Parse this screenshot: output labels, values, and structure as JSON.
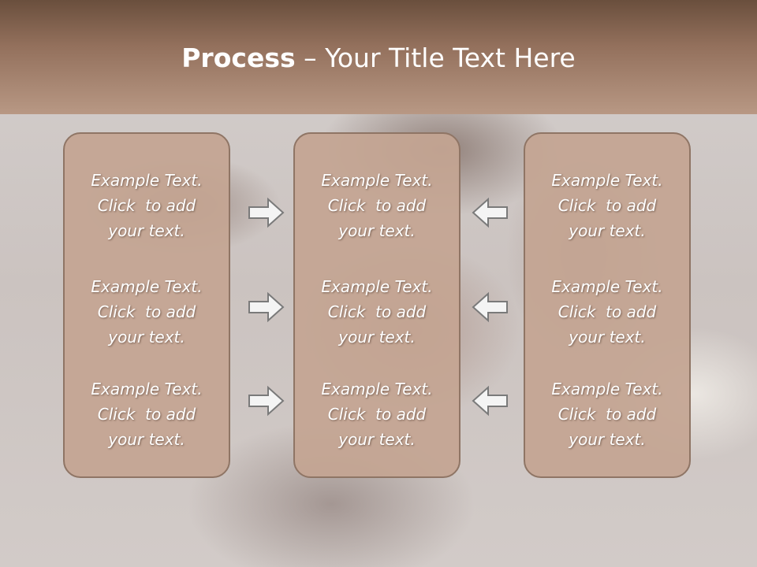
{
  "title": {
    "bold": "Process",
    "rest": " – Your Title Text Here"
  },
  "colors": {
    "header_top": "#6a4f3d",
    "header_bottom": "#b89884",
    "panel_fill": "#c4a592",
    "panel_border": "#8f7565",
    "arrow_fill": "#f4f4f4",
    "arrow_stroke": "#7a7a7a"
  },
  "panels": [
    {
      "blocks": [
        {
          "line1": "Example Text.",
          "line2": "Click  to add",
          "line3": "your text."
        },
        {
          "line1": "Example Text.",
          "line2": "Click  to add",
          "line3": "your text."
        },
        {
          "line1": "Example Text.",
          "line2": "Click  to add",
          "line3": "your text."
        }
      ]
    },
    {
      "blocks": [
        {
          "line1": "Example Text.",
          "line2": "Click  to add",
          "line3": "your text."
        },
        {
          "line1": "Example Text.",
          "line2": "Click  to add",
          "line3": "your text."
        },
        {
          "line1": "Example Text.",
          "line2": "Click  to add",
          "line3": "your text."
        }
      ]
    },
    {
      "blocks": [
        {
          "line1": "Example Text.",
          "line2": "Click  to add",
          "line3": "your text."
        },
        {
          "line1": "Example Text.",
          "line2": "Click  to add",
          "line3": "your text."
        },
        {
          "line1": "Example Text.",
          "line2": "Click  to add",
          "line3": "your text."
        }
      ]
    }
  ],
  "arrows": {
    "left_column": "right-arrow-icon",
    "right_column": "left-arrow-icon"
  }
}
